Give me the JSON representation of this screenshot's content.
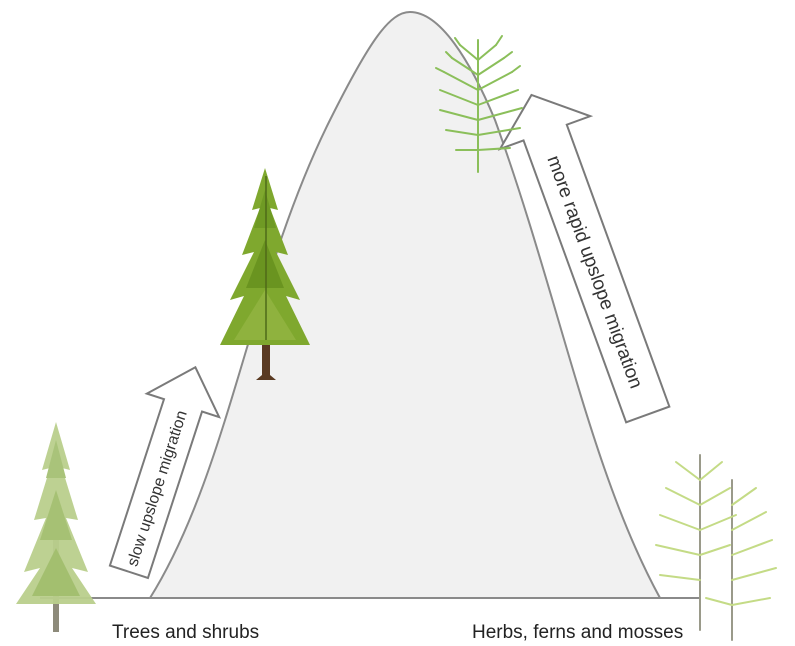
{
  "labels": {
    "slow_arrow": "slow upslope migration",
    "rapid_arrow": "more rapid upslope migration",
    "left_caption": "Trees and shrubs",
    "right_caption": "Herbs, ferns and mosses"
  },
  "colors": {
    "mountain_fill": "#f1f1f1",
    "mountain_stroke": "#8a8a8a",
    "arrow_stroke": "#7a7a7a",
    "conifer_pale": "#b9cf8c",
    "conifer_bright": "#7fa82e",
    "fern_green": "#8bbf5a",
    "fern_pale": "#c4db86",
    "trunk": "#5a3a22"
  },
  "icons": [
    "pale-conifer-icon",
    "bright-conifer-icon",
    "fern-tree-icon",
    "pale-fern-tree-icon"
  ]
}
